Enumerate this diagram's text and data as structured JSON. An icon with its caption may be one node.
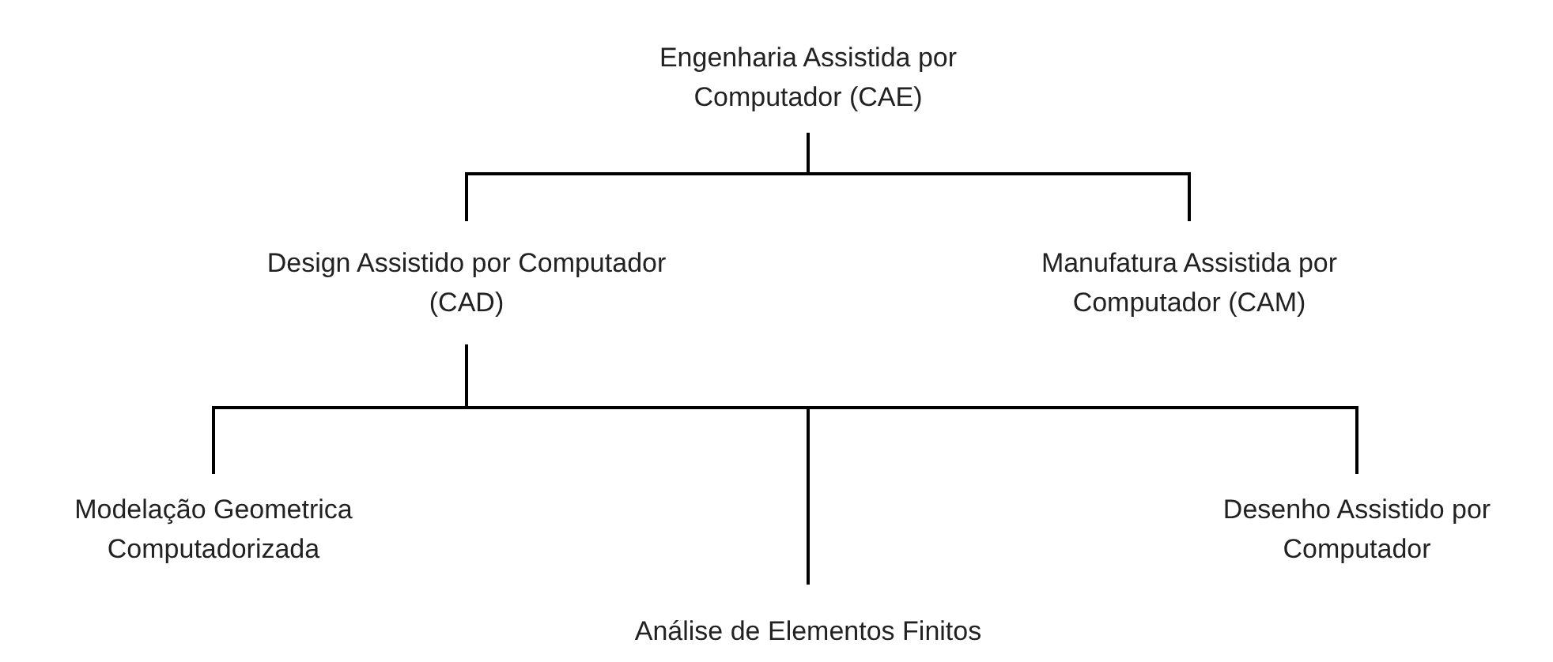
{
  "diagram": {
    "nodes": [
      {
        "text": [
          "Engenharia Assistida por Computador (CAE)"
        ]
      },
      {
        "text": [
          "Design Assistido por Computador (CAD)"
        ]
      },
      {
        "text": [
          "Manufatura Assistida por Computador (CAM)"
        ]
      },
      {
        "text": [
          "Modelação Geometrica Computadorizada"
        ]
      },
      {
        "text": [
          "Desenho Assistido por Computador"
        ]
      },
      {
        "text": [
          "Análise de Elementos Finitos"
        ]
      }
    ],
    "edges": [
      {
        "from": 0,
        "to": 1,
        "arrow": "none"
      },
      {
        "from": 0,
        "to": 2,
        "arrow": "none"
      },
      {
        "from": 1,
        "to": 3,
        "arrow": "none"
      },
      {
        "from": 1,
        "to": 5,
        "arrow": "none"
      },
      {
        "from": 1,
        "to": 4,
        "arrow": "none"
      }
    ]
  }
}
